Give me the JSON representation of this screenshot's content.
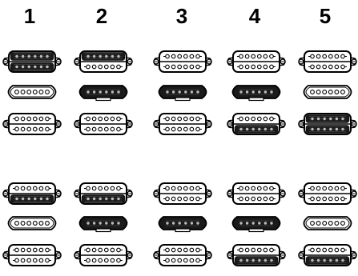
{
  "positions": [
    "1",
    "2",
    "3",
    "4",
    "5"
  ],
  "colors": {
    "ink": "#000000",
    "paper": "#ffffff",
    "active": "#1a1a1a"
  },
  "diagrams": [
    {
      "group": "upper",
      "rows": [
        {
          "type": "humbucker",
          "cells": [
            [
              "on",
              "on"
            ],
            [
              "on",
              "off"
            ],
            [
              "off",
              "off"
            ],
            [
              "off",
              "off"
            ],
            [
              "off",
              "off"
            ]
          ]
        },
        {
          "type": "single",
          "cells": [
            "off",
            "on",
            "on",
            "on",
            "off"
          ]
        },
        {
          "type": "humbucker",
          "cells": [
            [
              "off",
              "off"
            ],
            [
              "off",
              "off"
            ],
            [
              "off",
              "off"
            ],
            [
              "off",
              "on"
            ],
            [
              "on",
              "on"
            ]
          ]
        }
      ]
    },
    {
      "group": "lower",
      "rows": [
        {
          "type": "humbucker",
          "cells": [
            [
              "off",
              "on"
            ],
            [
              "off",
              "on"
            ],
            [
              "off",
              "off"
            ],
            [
              "off",
              "off"
            ],
            [
              "off",
              "off"
            ]
          ]
        },
        {
          "type": "single",
          "cells": [
            "off",
            "on",
            "on",
            "on",
            "off"
          ]
        },
        {
          "type": "humbucker",
          "cells": [
            [
              "off",
              "off"
            ],
            [
              "off",
              "off"
            ],
            [
              "off",
              "off"
            ],
            [
              "off",
              "on"
            ],
            [
              "off",
              "on"
            ]
          ]
        }
      ]
    }
  ]
}
